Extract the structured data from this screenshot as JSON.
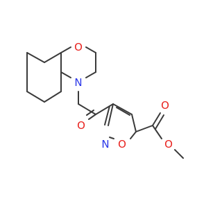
{
  "colors": {
    "bond": "#3a3a3a",
    "oxygen": "#e8221e",
    "nitrogen": "#2a36e8",
    "background": "#ffffff"
  },
  "atoms": {
    "ring_oxygen": "O",
    "amide_nitrogen": "N",
    "carbonyl_oxygen": "O",
    "isoxazole_nitrogen": "N",
    "isoxazole_oxygen": "O",
    "ester_carbonyl_oxygen": "O",
    "ester_oxygen": "O"
  }
}
